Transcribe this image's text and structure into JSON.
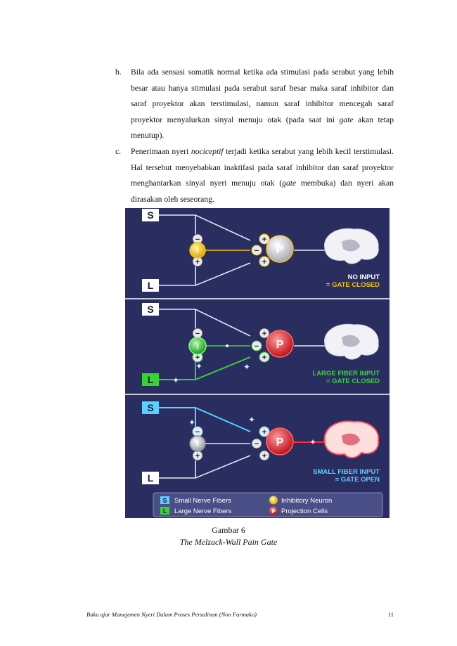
{
  "body": {
    "items": [
      {
        "marker": "b.",
        "text": "Bila ada sensasi somatik normal ketika ada stimulasi pada serabut yang lebih besar atau hanya stimulasi pada serabut saraf besar maka saraf inhibitor dan saraf proyektor akan terstimulasi, namun saraf inhibitor mencegah saraf proyektor menyalurkan sinyal menuju otak (pada saat ini ",
        "italic": "gate",
        "text_after": " akan tetap menutup)."
      },
      {
        "marker": "c.",
        "text_before": "Penerimaan nyeri ",
        "italic": "nociceptif",
        "text": " terjadi ketika serabut yang lebih kecil terstimulasi. Hal tersebut menyebabkan inaktifasi pada saraf inhibitor dan saraf proyektor menghantarkan sinyal nyeri menuju otak (",
        "italic2": "gate",
        "text_after": " membuka) dan nyeri akan dirasakan oleh seseorang."
      }
    ]
  },
  "figure": {
    "panels": [
      {
        "s": "S",
        "l": "L",
        "i": "I",
        "p": "P",
        "line1": "NO INPUT",
        "line2": "= GATE CLOSED"
      },
      {
        "s": "S",
        "l": "L",
        "i": "I",
        "p": "P",
        "line1": "LARGE FIBER INPUT",
        "line2": "= GATE CLOSED"
      },
      {
        "s": "S",
        "l": "L",
        "i": "I",
        "p": "P",
        "line1": "SMALL FIBER INPUT",
        "line2": "= GATE OPEN"
      }
    ],
    "legend": {
      "s_key": "S",
      "s_label": "Small Nerve Fibers",
      "l_key": "L",
      "l_label": "Large Nerve Fibers",
      "i_key": "I",
      "i_label": "Inhibitory Neuron",
      "p_key": "P",
      "p_label": "Projection Cells"
    },
    "colors": {
      "bg": "#2a2d60",
      "line_white": "#e6e6ee",
      "inhibitory_yellow": "#f2c200",
      "large_green": "#35d435",
      "small_blue": "#5ad0ff",
      "projection_red": "#e0202a"
    }
  },
  "caption": {
    "label": "Gambar 6",
    "title": "The Melzack-Wall Pain Gate"
  },
  "footer": {
    "text": "Buku ajar Manajemen Nyeri Dalam Proses Persalinan (Non Farmako)",
    "page": "11"
  }
}
